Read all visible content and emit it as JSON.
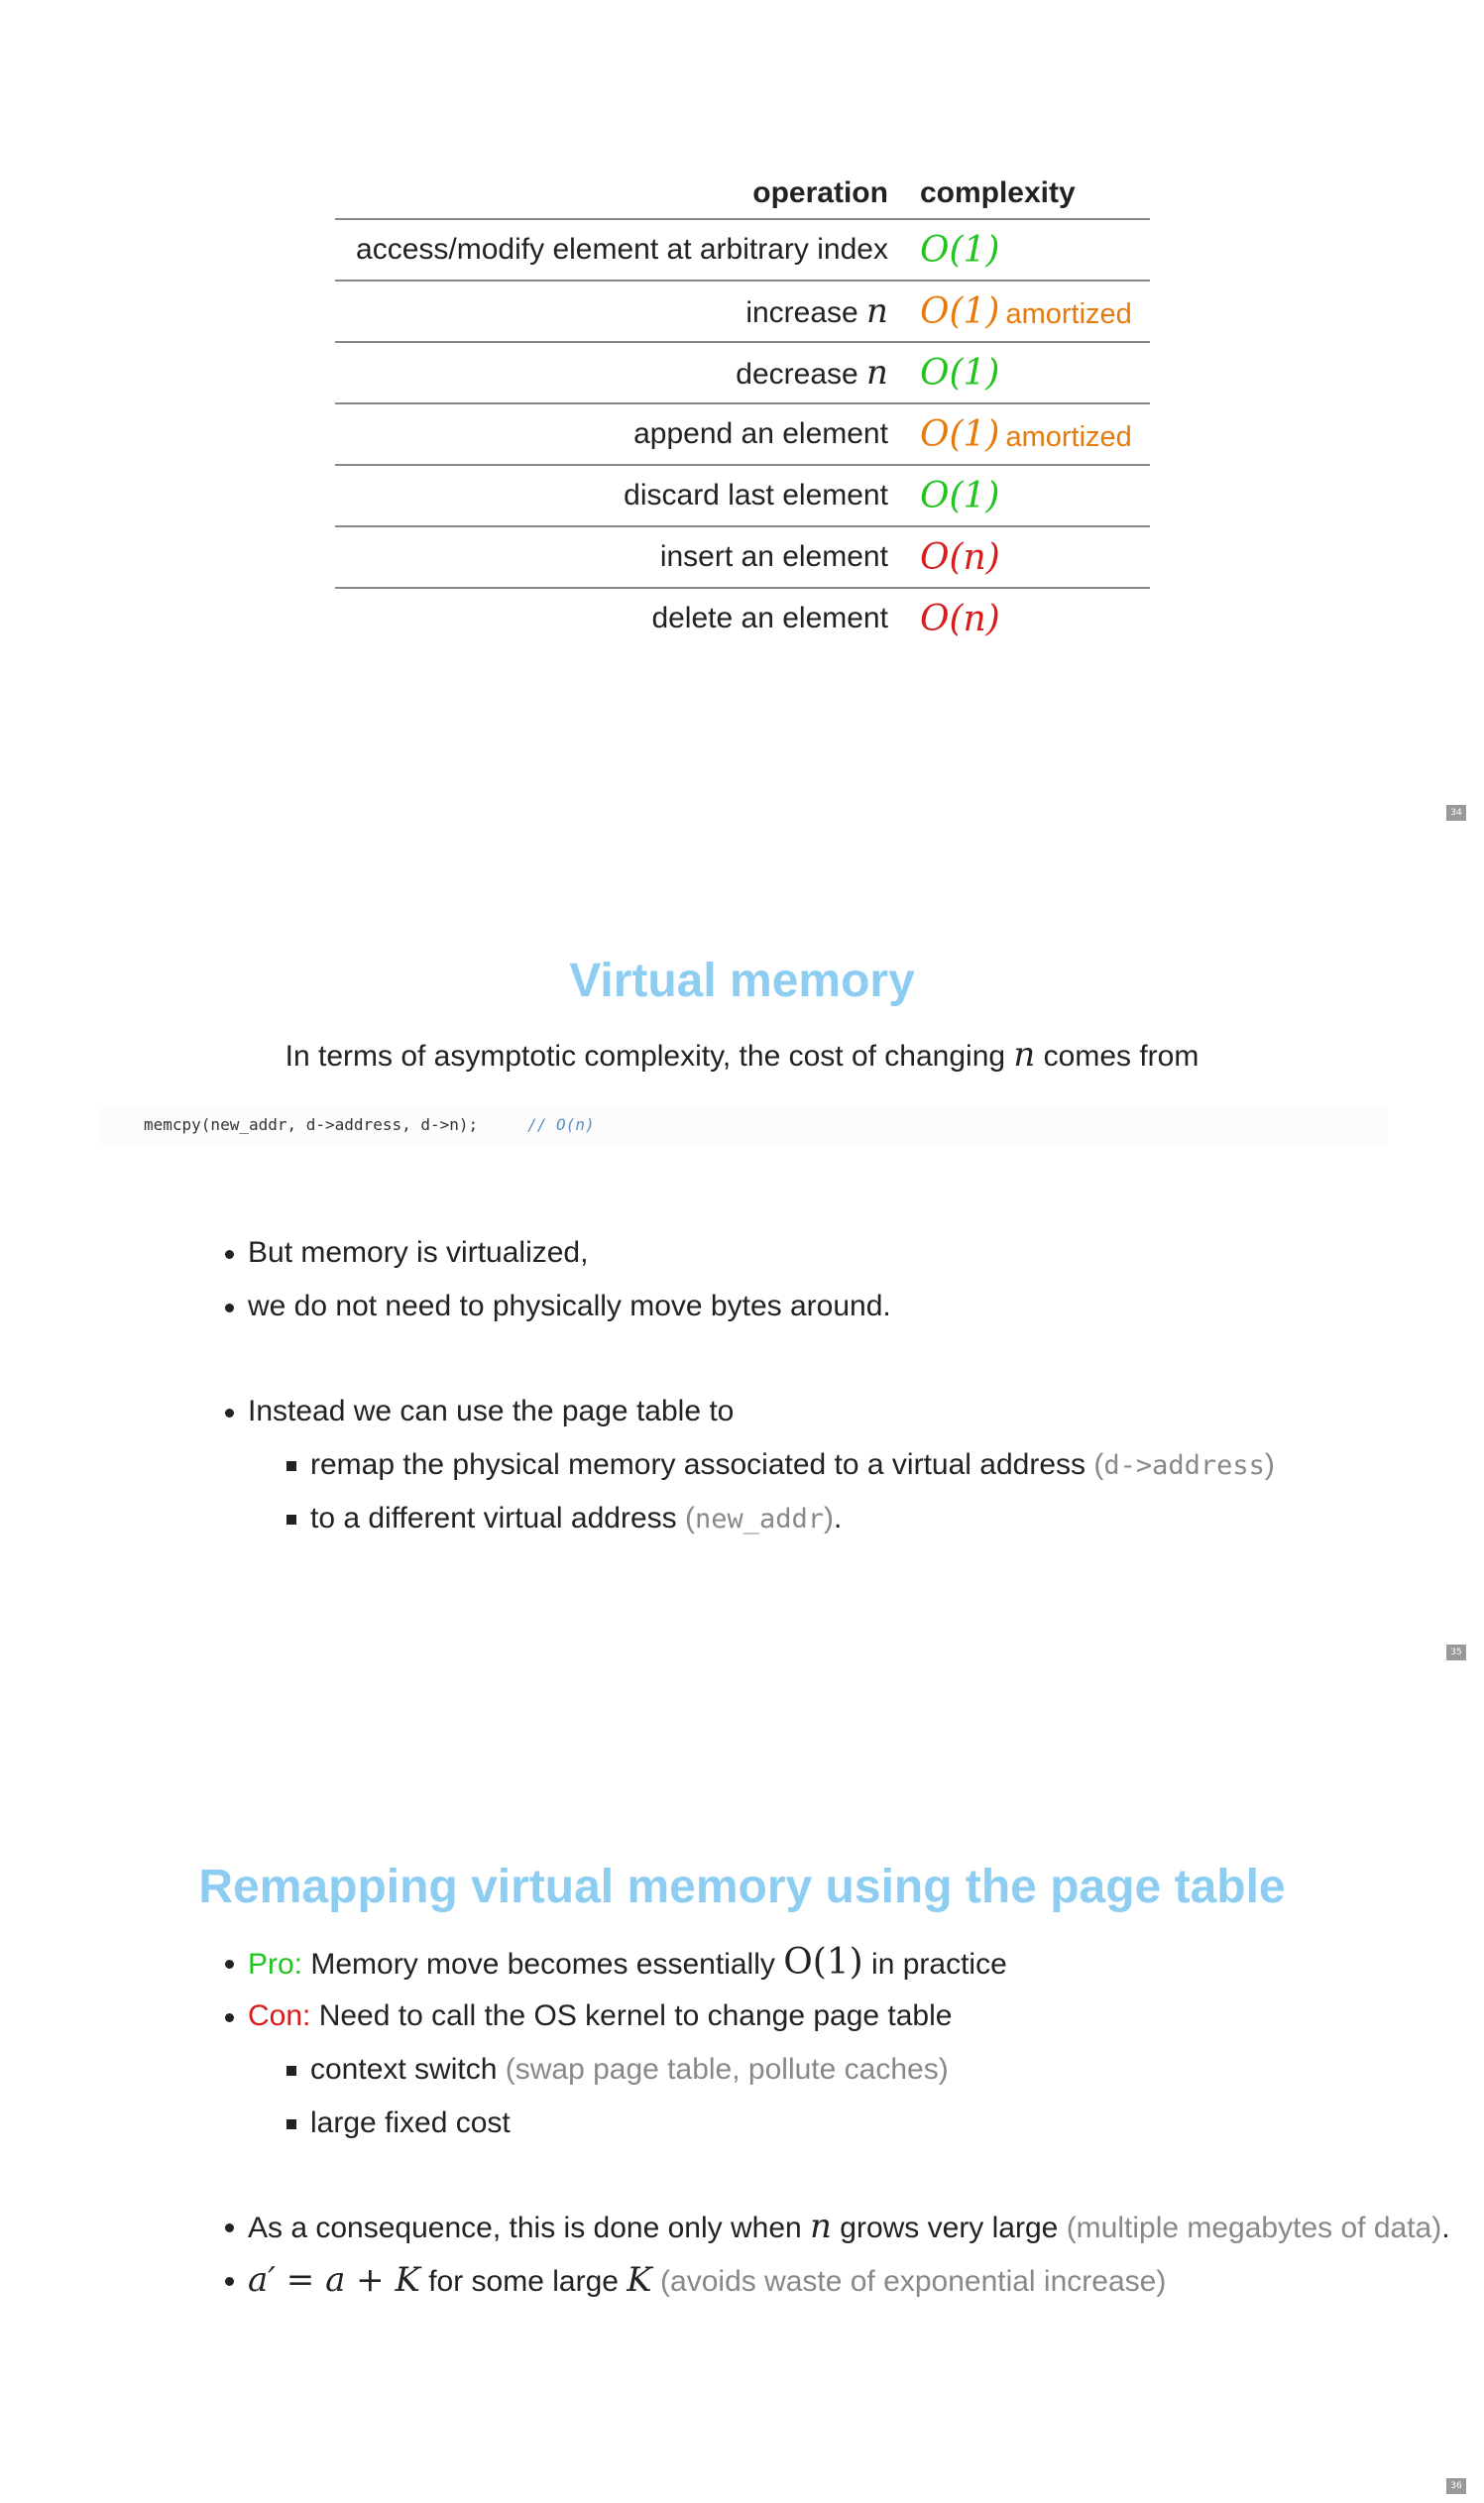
{
  "slide1": {
    "table": {
      "headers": [
        "operation",
        "complexity"
      ],
      "rows": [
        {
          "op": "access/modify element at arbitrary index",
          "op_var": "",
          "cx": "O(1)",
          "color": "#22c41e",
          "note": ""
        },
        {
          "op": "increase ",
          "op_var": "n",
          "cx": "O(1)",
          "color": "#e87a0c",
          "note": "amortized"
        },
        {
          "op": "decrease ",
          "op_var": "n",
          "cx": "O(1)",
          "color": "#22c41e",
          "note": ""
        },
        {
          "op": "append an element",
          "op_var": "",
          "cx": "O(1)",
          "color": "#e87a0c",
          "note": "amortized"
        },
        {
          "op": "discard last element",
          "op_var": "",
          "cx": "O(1)",
          "color": "#22c41e",
          "note": ""
        },
        {
          "op": "insert an element",
          "op_var": "",
          "cx": "O(n)",
          "color": "#d81b1b",
          "note": ""
        },
        {
          "op": "delete an element",
          "op_var": "",
          "cx": "O(n)",
          "color": "#d81b1b",
          "note": ""
        }
      ]
    },
    "page_number": "34"
  },
  "slide2": {
    "title": "Virtual memory",
    "subtitle_before": "In terms of asymptotic complexity, the cost of changing ",
    "subtitle_var": "n",
    "subtitle_after": " comes from",
    "code_line": "memcpy(new_addr, d->address, d->n);",
    "code_comment": "// O(n)",
    "bullets": {
      "b1": "But memory is virtualized,",
      "b2": "we do not need to physically move bytes around.",
      "b3": "Instead we can use the page table to",
      "s1_text": "remap the physical memory associated to a virtual address ",
      "s1_code": "d->address",
      "s2_text": "to a different virtual address ",
      "s2_code": "new_addr",
      "s2_end": "."
    },
    "page_number": "35"
  },
  "slide3": {
    "title": "Remapping virtual memory using the page table",
    "pro_label": "Pro:",
    "pro_text": " Memory move becomes essentially ",
    "pro_math": "O(1)",
    "pro_end": " in practice",
    "con_label": "Con:",
    "con_text": " Need to call the OS kernel to change page table",
    "sub1": "context switch ",
    "sub1_note": "(swap page table, pollute caches)",
    "sub2": "large fixed cost",
    "cons_before": "As a consequence, this is done only when ",
    "cons_var": "n",
    "cons_after": " grows very large ",
    "cons_note": "(multiple megabytes of data)",
    "cons_end": ".",
    "formula": "a′ = a + K",
    "formula_text": " for some large ",
    "formula_var": "K",
    "formula_note": " (avoids waste of exponential increase)",
    "page_number": "36"
  }
}
